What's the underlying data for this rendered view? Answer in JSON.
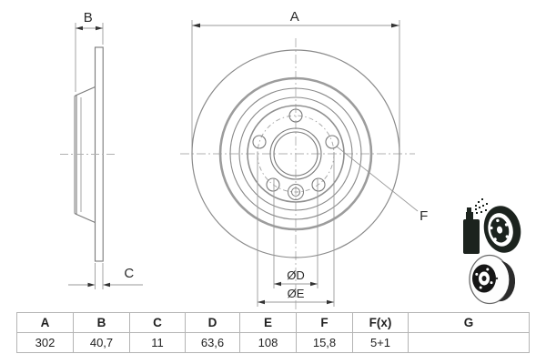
{
  "drawing": {
    "title": "brake-disc-technical-drawing",
    "side_view": {
      "label_b": "B",
      "label_c": "C"
    },
    "front_view": {
      "label_a": "A",
      "label_d": "ØD",
      "label_e": "ØE",
      "label_f": "F"
    },
    "bolt_holes": "5+1",
    "colors": {
      "line": "#8a8a8a",
      "thick_ring": "#9c9c9c",
      "dimension": "#9a9a9a",
      "arrow": "#333333",
      "text": "#2a2a2a",
      "table_border": "#b4b4b4",
      "icon_dark": "#1c231e"
    }
  },
  "icons": {
    "top": "spray-coated-disc-icon",
    "bottom": "brake-disc-icon"
  },
  "table": {
    "headers": [
      "A",
      "B",
      "C",
      "D",
      "E",
      "F",
      "F(x)",
      "G"
    ],
    "values": [
      "302",
      "40,7",
      "11",
      "63,6",
      "108",
      "15,8",
      "5+1",
      ""
    ]
  }
}
